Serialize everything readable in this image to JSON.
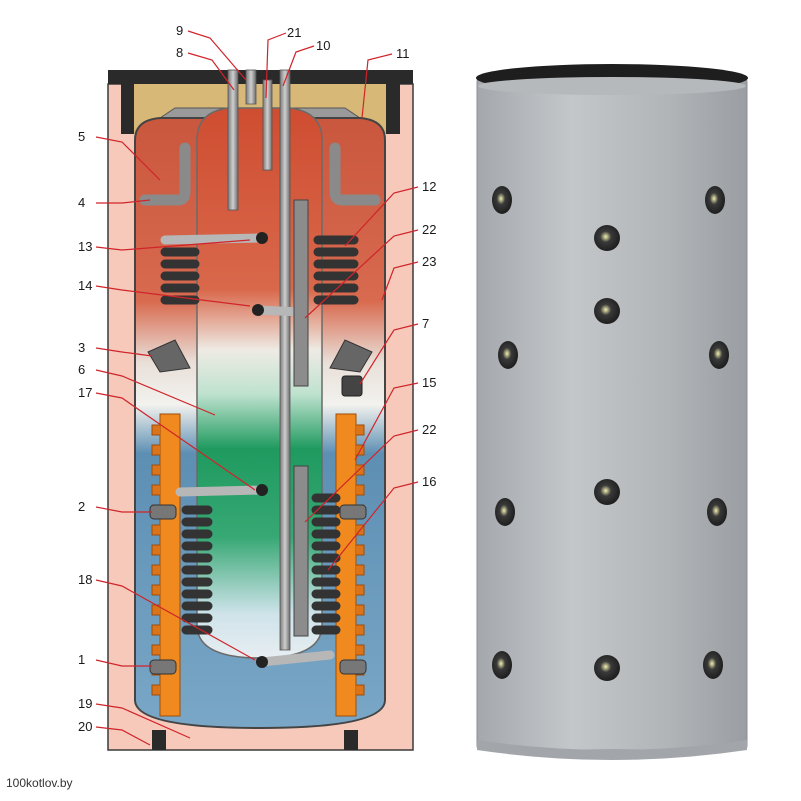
{
  "watermark": "100kotlov.by",
  "callouts": [
    {
      "id": "c9",
      "label": "9"
    },
    {
      "id": "c21",
      "label": "21"
    },
    {
      "id": "c8",
      "label": "8"
    },
    {
      "id": "c10",
      "label": "10"
    },
    {
      "id": "c11",
      "label": "11"
    },
    {
      "id": "c5",
      "label": "5"
    },
    {
      "id": "c12",
      "label": "12"
    },
    {
      "id": "c4",
      "label": "4"
    },
    {
      "id": "c22a",
      "label": "22"
    },
    {
      "id": "c13",
      "label": "13"
    },
    {
      "id": "c23",
      "label": "23"
    },
    {
      "id": "c14",
      "label": "14"
    },
    {
      "id": "c7",
      "label": "7"
    },
    {
      "id": "c3",
      "label": "3"
    },
    {
      "id": "c6",
      "label": "6"
    },
    {
      "id": "c15",
      "label": "15"
    },
    {
      "id": "c17",
      "label": "17"
    },
    {
      "id": "c22b",
      "label": "22"
    },
    {
      "id": "c16",
      "label": "16"
    },
    {
      "id": "c2",
      "label": "2"
    },
    {
      "id": "c18",
      "label": "18"
    },
    {
      "id": "c1",
      "label": "1"
    },
    {
      "id": "c19",
      "label": "19"
    },
    {
      "id": "c20",
      "label": "20"
    }
  ],
  "colors": {
    "insulation": "#f6c9bb",
    "hot_zone": "#d9553c",
    "mid_zone": "#e8e4df",
    "green_zone": "#2fa66a",
    "cold_zone": "#5a86ad",
    "jacket": "#a9adb1",
    "coil": "#3c3c3c",
    "heater": "#f08a1e",
    "lid": "#2a2a2a"
  }
}
